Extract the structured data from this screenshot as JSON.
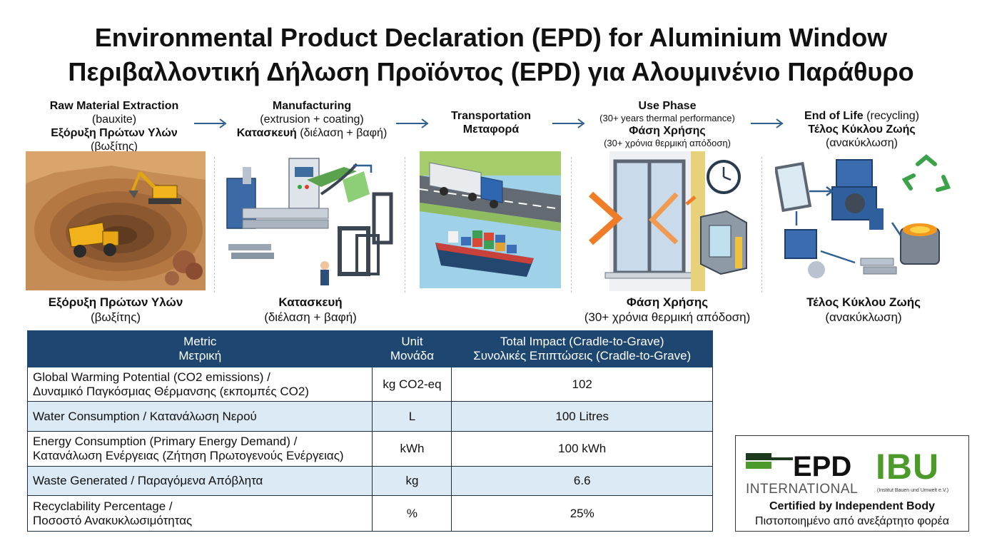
{
  "title": {
    "en": "Environmental Product Declaration (EPD) for Aluminium Window",
    "el": "Περιβαλλοντική Δήλωση Προϊόντος (EPD) για Αλουμινένιο Παράθυρο"
  },
  "stages": [
    {
      "head_en_bold": "Raw Material Extraction",
      "head_en_sub": "(bauxite)",
      "head_el_bold": "Εξόρυξη Πρώτων Υλών",
      "head_el_sub": "(βωξίτης)",
      "foot_bold": "Εξόρυξη Πρώτων Υλών",
      "foot_sub": "(βωξίτης)"
    },
    {
      "head_en_bold": "Manufacturing",
      "head_en_sub": "(extrusion + coating)",
      "head_el_bold": "Κατασκευή",
      "head_el_sub": "(διέλαση + βαφή)",
      "foot_bold": "Κατασκευή",
      "foot_sub": "(διέλαση + βαφή)"
    },
    {
      "head_en_bold": "Transportation",
      "head_el_bold": "Μεταφορά"
    },
    {
      "head_en_bold": "Use Phase",
      "head_en_sub": "(30+ years thermal performance)",
      "head_el_bold": "Φάση Χρήσης",
      "head_el_sub": "(30+ χρόνια θερμική απόδοση)",
      "foot_bold": "Φάση Χρήσης",
      "foot_sub": "(30+ χρόνια θερμική απόδοση)"
    },
    {
      "head_en_bold": "End of Life",
      "head_en_sub": "(recycling)",
      "head_el_bold": "Τέλος Κύκλου Ζωής",
      "head_el_sub": "(ανακύκλωση)",
      "foot_bold": "Τέλος Κύκλου Ζωής",
      "foot_sub": "(ανακύκλωση)"
    }
  ],
  "table": {
    "headers": {
      "metric_en": "Metric",
      "metric_el": "Μετρική",
      "unit_en": "Unit",
      "unit_el": "Μονάδα",
      "total_en": "Total Impact (Cradle-to-Grave)",
      "total_el": "Συνολικές Επιπτώσεις (Cradle-to-Grave)"
    },
    "rows": [
      {
        "metric_1": "Global Warming Potential (CO2 emissions) /",
        "metric_2": "Δυναμικό Παγκόσμιας Θέρμανσης (εκπομπές CO2)",
        "unit": "kg CO2-eq",
        "value": "102"
      },
      {
        "metric_1": "Water Consumption / Κατανάλωση Νερού",
        "metric_2": "",
        "unit": "L",
        "value": "100 Litres"
      },
      {
        "metric_1": "Energy Consumption (Primary Energy Demand) /",
        "metric_2": "Κατανάλωση Ενέργειας (Ζήτηση Πρωτογενούς Ενέργειας)",
        "unit": "kWh",
        "value": "100 kWh"
      },
      {
        "metric_1": "Waste Generated / Παραγόμενα Απόβλητα",
        "metric_2": "",
        "unit": "kg",
        "value": "6.6"
      },
      {
        "metric_1": "Recyclability Percentage /",
        "metric_2": "Ποσοστό Ανακυκλωσιμότητας",
        "unit": "%",
        "value": "25%"
      }
    ]
  },
  "certification": {
    "epd_logo_text": "EPD",
    "epd_logo_sub": "INTERNATIONAL",
    "ibu_logo_text": "IBU",
    "ibu_logo_sub": "(Institut Bauen und Umwelt e.V.)",
    "line_en": "Certified by Independent Body",
    "line_el": "Πιστοποιημένο από ανεξάρτητο φορέα"
  },
  "colors": {
    "header_navy": "#1d4670",
    "row_alt": "#dceaf6",
    "arrow_blue": "#2e5f8f",
    "ibu_green": "#4c9a2a",
    "epd_dark_green": "#1e3a1e"
  }
}
